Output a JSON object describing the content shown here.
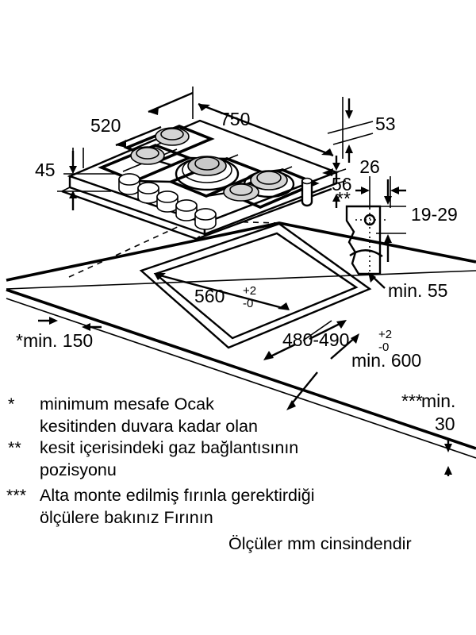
{
  "document": {
    "type": "appliance-installation-diagram",
    "subject": "gas-hob-built-in-dimensions",
    "units_note": "Ölçüler mm cinsindendir",
    "background_color": "#ffffff",
    "line_color": "#000000",
    "burner_cap_color": "#d4d4d4"
  },
  "appliance_dimensions": {
    "width": "750",
    "depth": "520",
    "front_height": "45",
    "rear_offset": "53",
    "body_depth": "56"
  },
  "gas_connection_detail": {
    "width": "26",
    "height_range": "19-29",
    "marker": "**",
    "min_clearance": "min. 55"
  },
  "cutout_dimensions": {
    "width_value": "560",
    "width_tol_plus": "+2",
    "width_tol_minus": "-0",
    "depth_value": "480-490",
    "depth_tol_plus": "+2",
    "depth_tol_minus": "-0"
  },
  "clearances": {
    "wall_distance": "*min. 150",
    "wall_distance_marker": "*",
    "wall_distance_label": "min. 150",
    "cabinet_depth": "min. 600",
    "gas_pipe_clearance": "min. 55",
    "under_oven_marker": "***",
    "under_oven_label": "min.",
    "under_oven_value": "30"
  },
  "footnotes": [
    {
      "marker": "*",
      "lines": [
        "minimum mesafe Ocak",
        "kesitinden duvara kadar olan"
      ]
    },
    {
      "marker": "**",
      "lines": [
        "kesit içerisindeki gaz bağlantısının",
        "pozisyonu"
      ]
    },
    {
      "marker": "***",
      "lines": [
        "Alta monte edilmiş fırınla gerektirdiği",
        "ölçülere bakınız Fırının"
      ]
    }
  ],
  "units_statement": "Ölçüler mm cinsindendir",
  "hob_features": {
    "burner_count": 5,
    "knob_count": 5,
    "burner_labels": [
      "rear-left-burner",
      "left-burner",
      "center-wok-burner",
      "right-burner",
      "front-center-burner"
    ]
  }
}
